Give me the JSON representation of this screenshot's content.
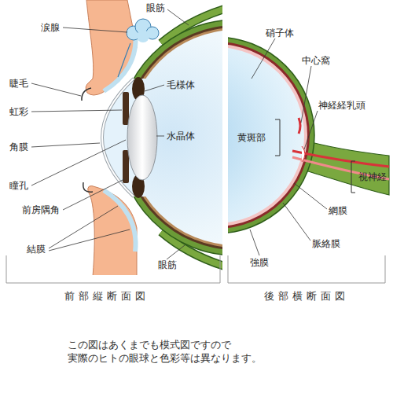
{
  "diagram": {
    "caption": "この図はあくまでも模式図ですので 実際のヒトの眼球と色彩等は異なります。",
    "labels": [
      "涙腺",
      "睫毛",
      "虹彩",
      "角膜",
      "瞳孔",
      "前房隅角",
      "結膜",
      "眼筋",
      "毛様体",
      "水晶体",
      "眼筋",
      "硝子体",
      "中心窩",
      "黄斑部",
      "神経経乳頭",
      "視神経",
      "網膜",
      "脈絡膜",
      "強膜",
      "前部縦断面図",
      "後部横断面図"
    ]
  }
}
